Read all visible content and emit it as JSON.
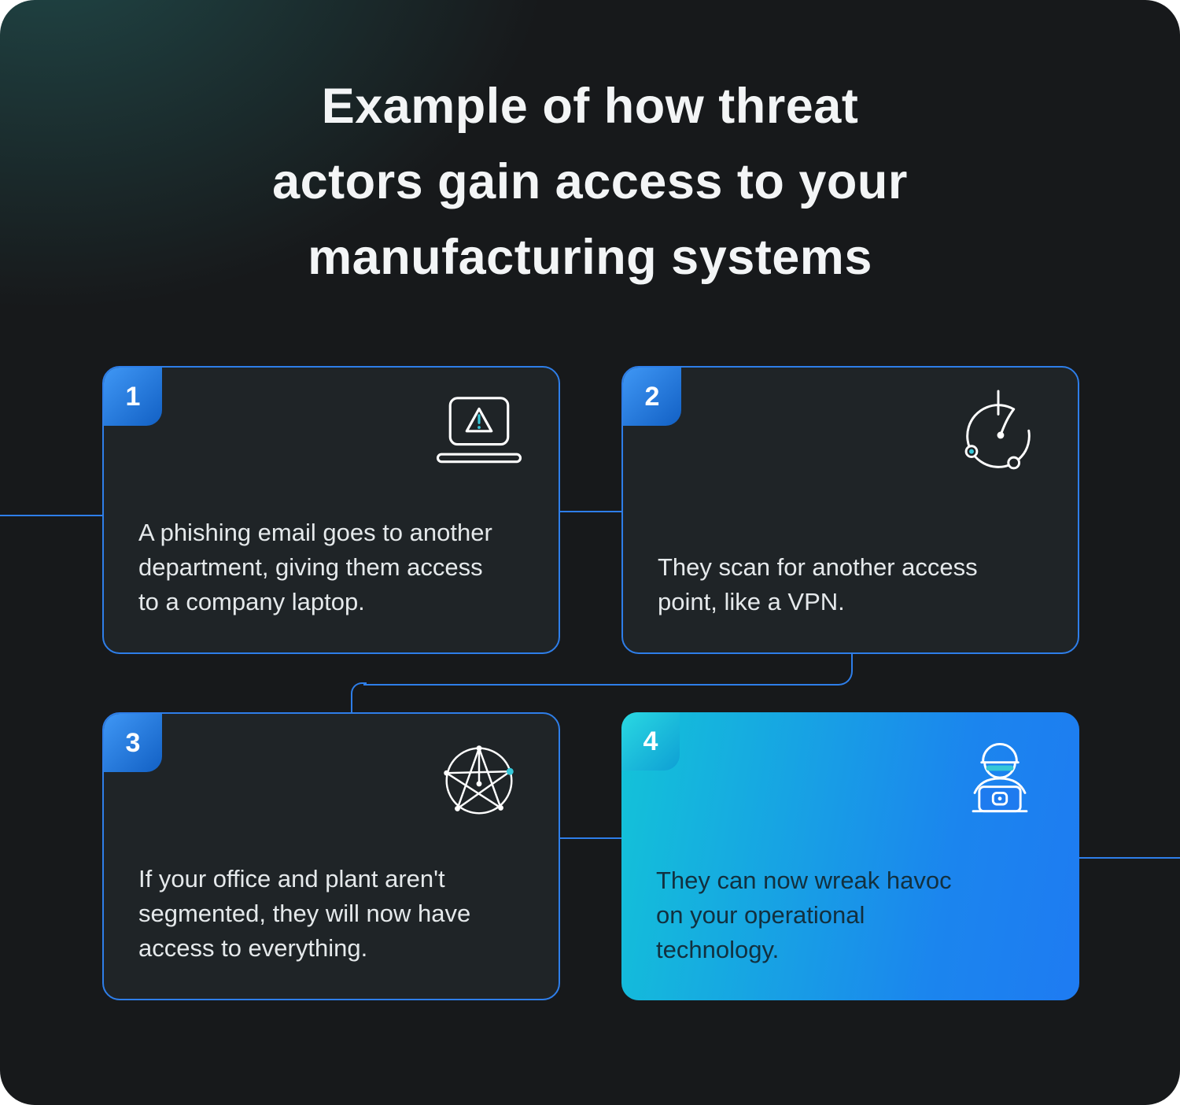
{
  "title": {
    "lines": [
      "Example of how threat",
      "actors gain access to your",
      "manufacturing systems"
    ]
  },
  "cards": [
    {
      "number": "1",
      "icon": "laptop-warning-icon",
      "text": "A phishing email goes to another department, giving them access to a company laptop."
    },
    {
      "number": "2",
      "icon": "vpn-scan-icon",
      "text": "They scan for another access point, like a VPN."
    },
    {
      "number": "3",
      "icon": "network-globe-icon",
      "text": "If your office and plant aren't segmented, they will now have access to everything."
    },
    {
      "number": "4",
      "icon": "hacker-laptop-icon",
      "text": "They can now wreak havoc on your operational technology."
    }
  ],
  "colors": {
    "background": "#17191b",
    "card_background": "#1f2427",
    "accent_blue": "#2e7ee9",
    "accent_teal": "#35c7d8",
    "card4_gradient_start": "#13c3d8",
    "card4_gradient_end": "#1e7bf2",
    "title_text": "#f3f5f6",
    "card_text": "#e5e9eb",
    "card4_text": "#12303f"
  }
}
